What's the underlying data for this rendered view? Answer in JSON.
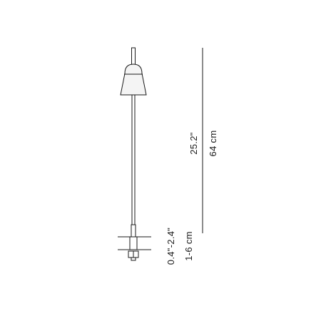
{
  "diagram": {
    "colors": {
      "line": "#1a1a1a",
      "shade_fill": "#f4f4f4",
      "background": "#ffffff"
    },
    "height_dimension": {
      "imperial": "25.2\"",
      "metric": "64 cm"
    },
    "clamp_dimension": {
      "imperial": "0.4\"-2.4\"",
      "metric": "1-6 cm"
    }
  }
}
